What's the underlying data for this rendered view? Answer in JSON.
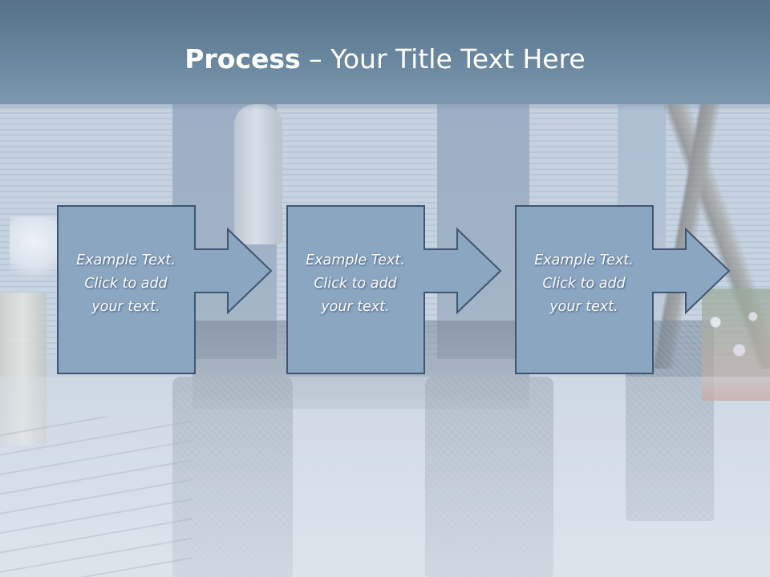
{
  "slide": {
    "title_bold": "Process",
    "title_rest": " – Your Title Text Here"
  },
  "process_steps": [
    {
      "line1": "Example Text.",
      "line2": "Click  to add",
      "line3": "your text."
    },
    {
      "line1": "Example Text.",
      "line2": "Click  to add",
      "line3": "your text."
    },
    {
      "line1": "Example Text.",
      "line2": "Click  to add",
      "line3": "your text."
    }
  ],
  "colors": {
    "title_bar": "#6b88a1",
    "shape_fill": "#8ba6c1",
    "shape_border": "#3f5670",
    "text": "#ffffff"
  }
}
